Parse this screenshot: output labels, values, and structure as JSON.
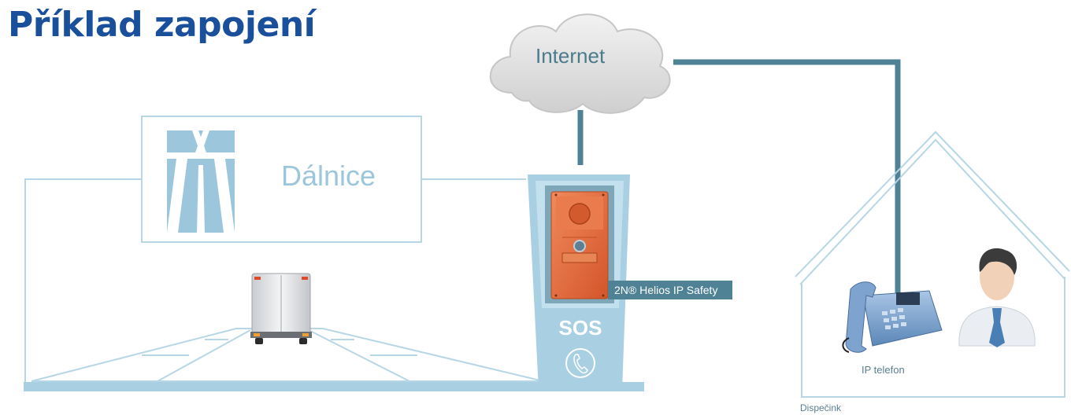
{
  "title": "Příklad zapojení",
  "labels": {
    "internet": "Internet",
    "dalnice": "Dálnice",
    "device": "2N® Helios IP Safety",
    "sos": "SOS",
    "phone": "IP telefon",
    "dispatch": "Dispečink"
  },
  "colors": {
    "title": "#1a4f9c",
    "connection_line": "#4f8295",
    "outline": "#b7d6e6",
    "device_orange": "#e2673a",
    "pillar": "#a9cfe2"
  },
  "icons": [
    "cloud-icon",
    "highway-sign-icon",
    "truck-icon",
    "intercom-icon",
    "phone-handset-icon",
    "desk-phone-icon",
    "person-icon",
    "house-icon"
  ]
}
